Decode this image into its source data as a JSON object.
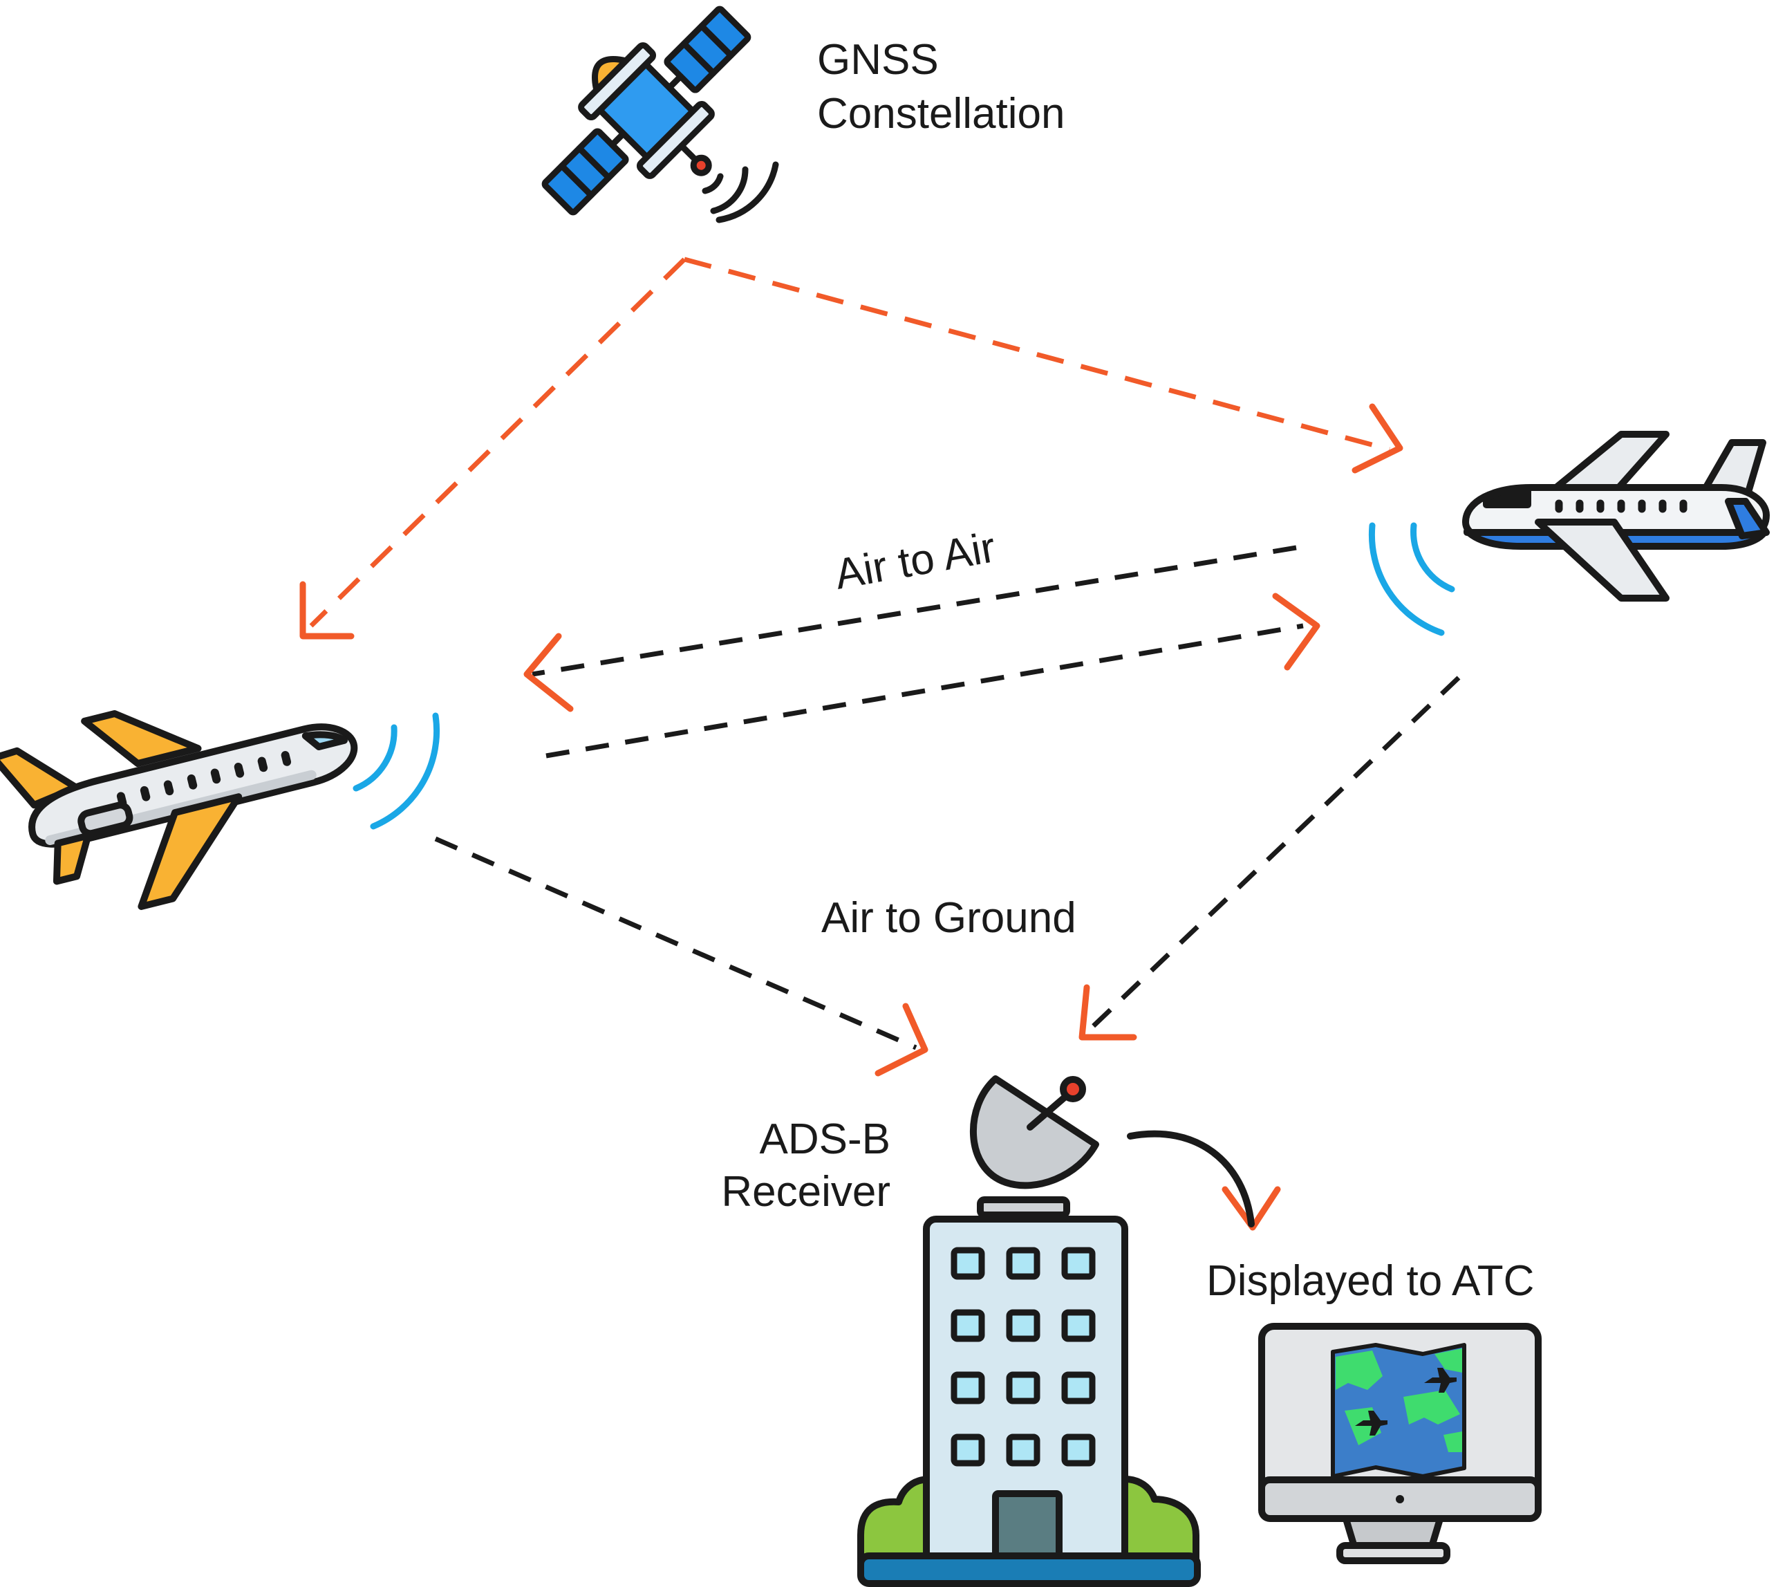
{
  "labels": {
    "gnss_line1": "GNSS",
    "gnss_line2": "Constellation",
    "air_to_air": "Air to Air",
    "air_to_ground": "Air to Ground",
    "adsb_line1": "ADS-B",
    "adsb_line2": "Receiver",
    "displayed": "Displayed to ATC"
  },
  "icons": {
    "satellite": "satellite-icon",
    "aircraft_left": "airplane-icon",
    "aircraft_right": "airplane-icon",
    "ground_station": "radar-building-icon",
    "monitor": "monitor-map-icon"
  },
  "colors": {
    "gnss_link": "#f15a29",
    "data_link": "#1a1a1a",
    "arrowhead": "#f15a29",
    "signal_wave": "#1aa7e6",
    "satellite_panel": "#1e88e5",
    "plane_left_accent": "#f9b233",
    "plane_right_accent": "#2f7de1",
    "building": "#cfe3ee",
    "window": "#aee6f5",
    "bush": "#8cc63f",
    "base": "#1a7db5",
    "door": "#5a7d82",
    "map_blue": "#3c7ec9",
    "map_green": "#3fdc6e"
  }
}
